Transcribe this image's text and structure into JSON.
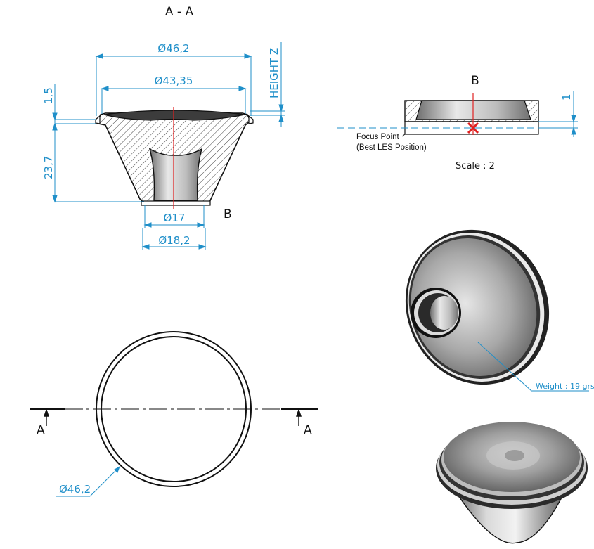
{
  "section_title": "A - A",
  "dimensions": {
    "outer_diameter": "Ø46,2",
    "inner_diameter": "Ø43,35",
    "height_z": "HEIGHT Z",
    "rim_thickness": "1,5",
    "body_height": "23,7",
    "bottom_inner": "Ø17",
    "bottom_outer": "Ø18,2",
    "detail_offset": "1",
    "plan_diameter": "Ø46,2"
  },
  "detail": {
    "callout": "B",
    "title": "B",
    "focus_point": "Focus Point",
    "focus_note": "(Best LES Position)",
    "scale": "Scale : 2"
  },
  "section_marks": {
    "left": "A",
    "right": "A"
  },
  "weight": "Weight : 19 grs",
  "colors": {
    "dimension": "#1f8fc9",
    "centerline": "#e02020",
    "focus_marker": "#e02020",
    "outline": "#111111"
  }
}
